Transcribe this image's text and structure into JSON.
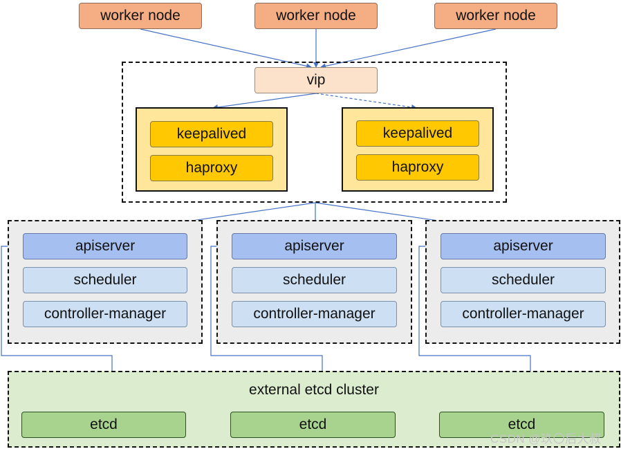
{
  "workers": [
    "worker node",
    "worker node",
    "worker node"
  ],
  "vip": "vip",
  "load_balancers": [
    {
      "keepalived": "keepalived",
      "haproxy": "haproxy"
    },
    {
      "keepalived": "keepalived",
      "haproxy": "haproxy"
    }
  ],
  "masters": [
    {
      "apiserver": "apiserver",
      "scheduler": "scheduler",
      "controller_manager": "controller-manager"
    },
    {
      "apiserver": "apiserver",
      "scheduler": "scheduler",
      "controller_manager": "controller-manager"
    },
    {
      "apiserver": "apiserver",
      "scheduler": "scheduler",
      "controller_manager": "controller-manager"
    }
  ],
  "etcd_cluster": {
    "title": "external etcd cluster",
    "members": [
      "etcd",
      "etcd",
      "etcd"
    ]
  },
  "watermark": "CSDN @玖〇后大叔",
  "colors": {
    "worker": "#f5ae84",
    "vip": "#fde2cb",
    "lb_group": "#ffe69a",
    "keepalived_haproxy": "#ffc800",
    "master_bg": "#ececec",
    "apiserver": "#a5c0f0",
    "scheduler_controller": "#cde0f3",
    "etcd_cluster": "#dbeccf",
    "etcd": "#a8d38e",
    "arrow": "#4472c4"
  }
}
